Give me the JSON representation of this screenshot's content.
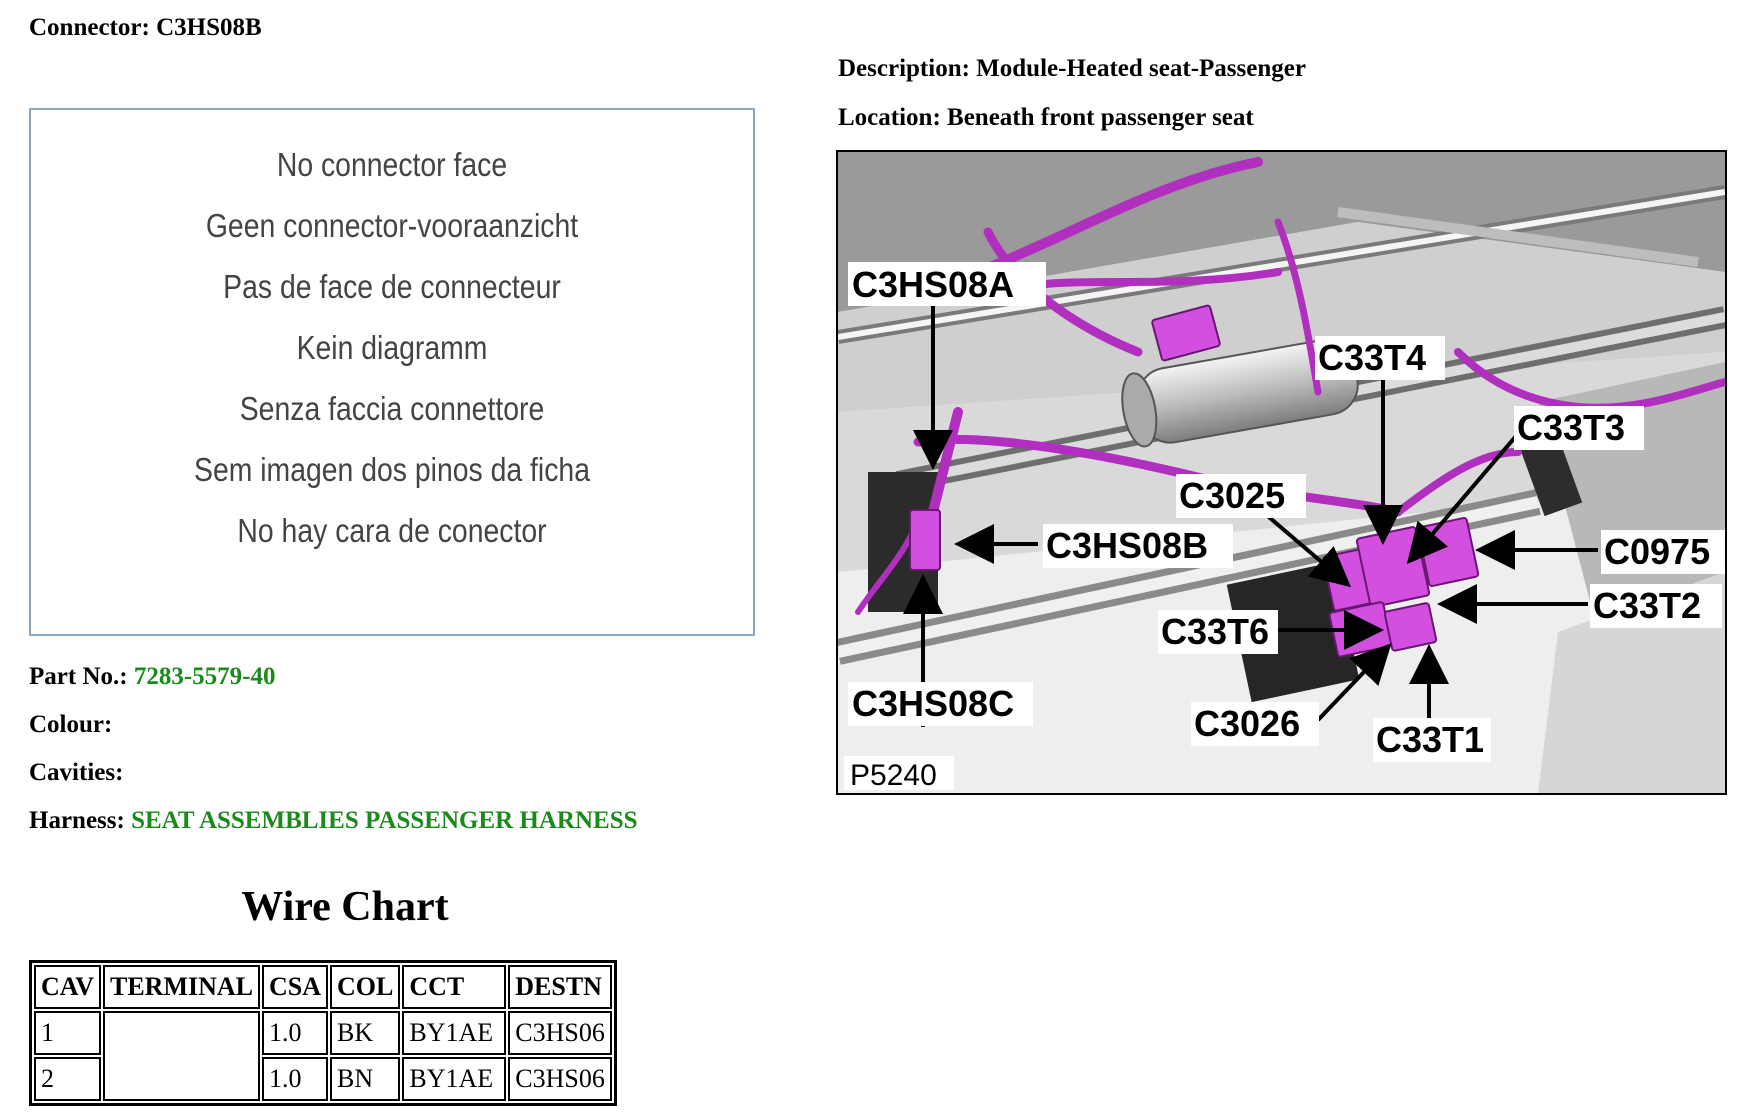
{
  "connector": {
    "label": "Connector:",
    "value": "C3HS08B"
  },
  "description": {
    "label": "Description:",
    "value": "Module-Heated seat-Passenger"
  },
  "location": {
    "label": "Location:",
    "value": "Beneath front passenger seat"
  },
  "face_placeholder": [
    "No connector face",
    "Geen connector-vooraanzicht",
    "Pas de face de connecteur",
    "Kein diagramm",
    "Senza faccia connettore",
    "Sem imagen dos pinos da ficha",
    "No hay cara de conector"
  ],
  "part_no": {
    "label": "Part No.:",
    "value": "7283-5579-40"
  },
  "colour": {
    "label": "Colour:",
    "value": ""
  },
  "cavities": {
    "label": "Cavities:",
    "value": ""
  },
  "harness": {
    "label": "Harness:",
    "value": "SEAT ASSEMBLIES PASSENGER HARNESS"
  },
  "wire_chart": {
    "title": "Wire Chart",
    "columns": [
      "CAV",
      "TERMINAL",
      "CSA",
      "COL",
      "CCT",
      "DESTN"
    ],
    "rows": [
      {
        "cav": "1",
        "terminal": "",
        "csa": "1.0",
        "col": "BK",
        "cct": "BY1AE",
        "destn": "C3HS06"
      },
      {
        "cav": "2",
        "terminal": "",
        "csa": "1.0",
        "col": "BN",
        "cct": "BY1AE",
        "destn": "C3HS06"
      }
    ]
  },
  "photo": {
    "figure_code": "P5240",
    "callouts": {
      "c3hs08a": "C3HS08A",
      "c3hs08b": "C3HS08B",
      "c3hs08c": "C3HS08C",
      "c33t4": "C33T4",
      "c33t3": "C33T3",
      "c3025": "C3025",
      "c0975": "C0975",
      "c33t2": "C33T2",
      "c33t6": "C33T6",
      "c3026": "C3026",
      "c33t1": "C33T1"
    },
    "colors": {
      "harness": "#b12fbf",
      "highlight": "#d24fe0",
      "metal": "#c8c8c8"
    }
  }
}
